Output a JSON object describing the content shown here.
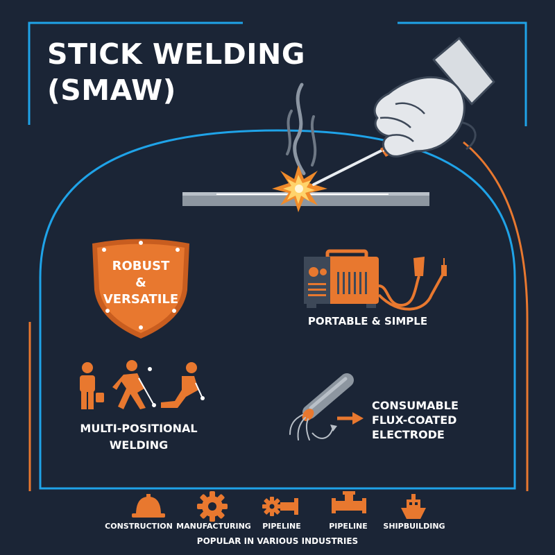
{
  "title": {
    "line1": "STICK WELDING",
    "line2": "(SMAW)"
  },
  "shield": {
    "line1": "ROBUST",
    "line2": "&",
    "line3": "VERSATILE"
  },
  "portable": {
    "label": "PORTABLE & SIMPLE"
  },
  "multi": {
    "line1": "MULTI-POSITIONAL",
    "line2": "WELDING"
  },
  "electrode": {
    "line1": "CONSUMABLE",
    "line2": "FLUX-COATED",
    "line3": "ELECTRODE"
  },
  "industries": [
    {
      "label": "CONSTRUCTION",
      "icon": "hard-hat-icon"
    },
    {
      "label": "MANUFACTURING",
      "icon": "gear-icon"
    },
    {
      "label": "PIPELINE",
      "icon": "gear-pipe-icon"
    },
    {
      "label": "PIPELINE",
      "icon": "pipe-icon"
    },
    {
      "label": "SHIPBUILDING",
      "icon": "ship-icon"
    }
  ],
  "footer": "POPULAR IN VARIOUS INDUSTRIES",
  "colors": {
    "background": "#1b2536",
    "accent_blue": "#1fa3e8",
    "accent_orange": "#e8782f",
    "text": "#ffffff"
  }
}
